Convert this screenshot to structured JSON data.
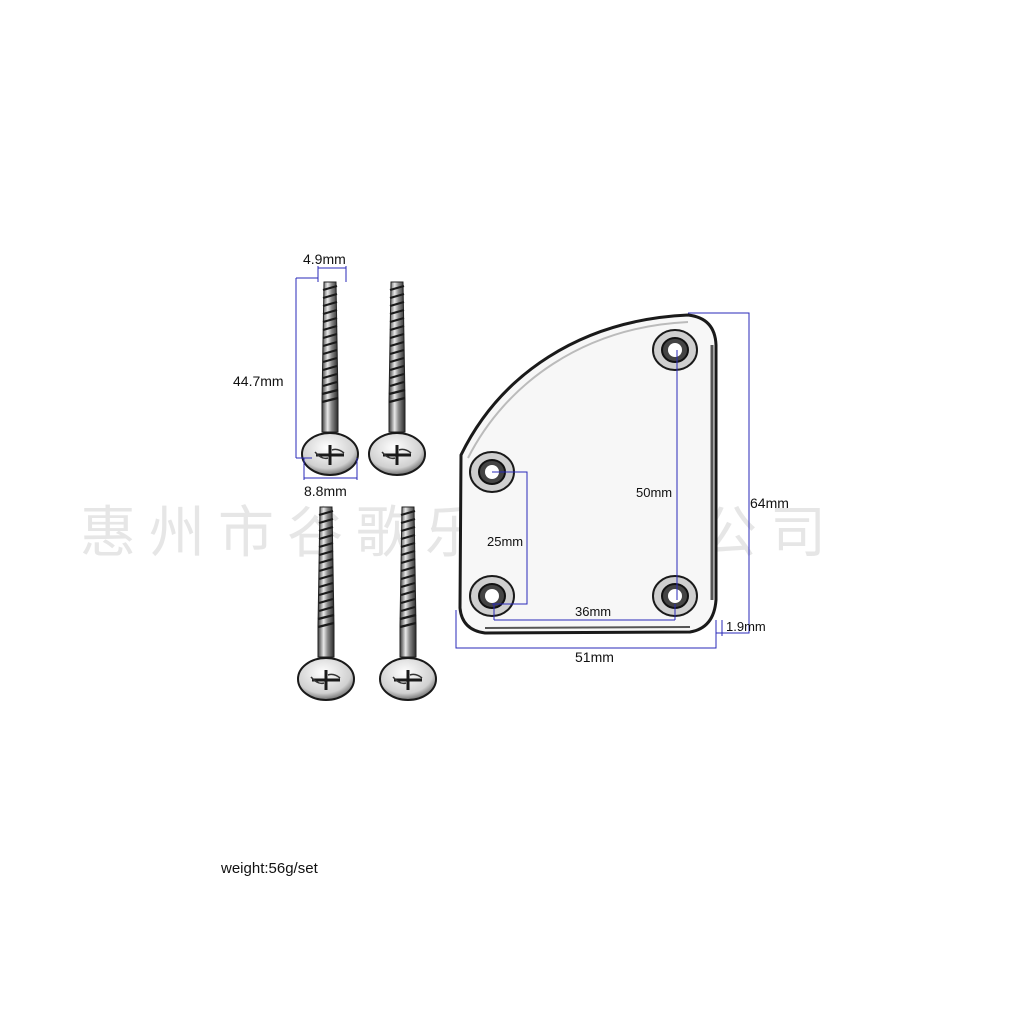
{
  "watermark": "惠州市谷歌乐器有限公司",
  "screw": {
    "diameter": "4.9mm",
    "length": "44.7mm",
    "head_diameter": "8.8mm"
  },
  "plate": {
    "hole_spacing_vertical_inner": "25mm",
    "hole_spacing_horizontal": "36mm",
    "hole_spacing_vertical_outer": "50mm",
    "height": "64mm",
    "thickness": "1.9mm",
    "width": "51mm"
  },
  "weight": "weight:56g/set",
  "colors": {
    "dimension_line": "#2a2ab8",
    "outline": "#1a1a1a",
    "watermark": "#e6e6e6"
  }
}
